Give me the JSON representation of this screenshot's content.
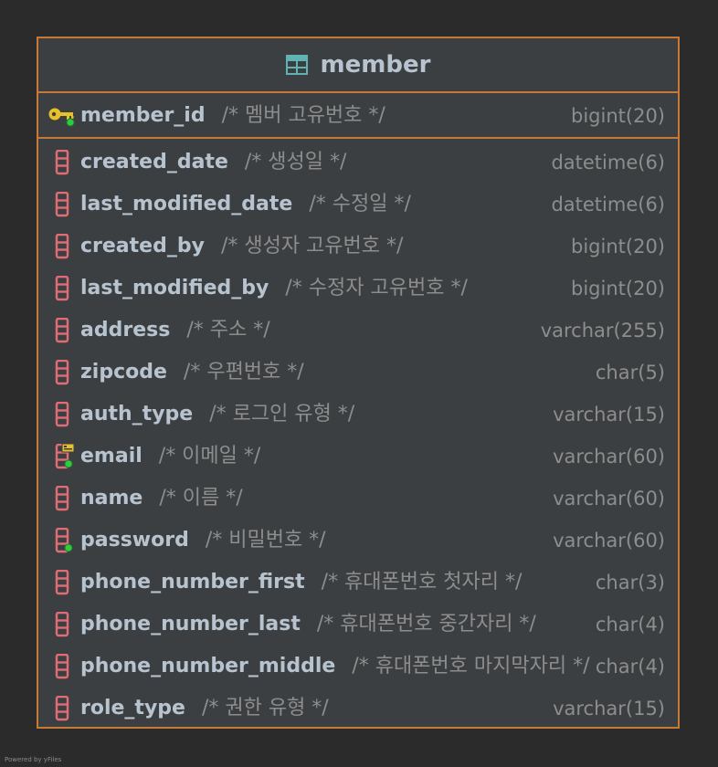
{
  "entity": {
    "title": "member",
    "primary_key": {
      "name": "member_id",
      "comment": "/* 멤버 고유번호 */",
      "type": "bigint(20)",
      "icon": "primary-key-icon"
    },
    "columns": [
      {
        "name": "created_date",
        "comment": "/* 생성일 */",
        "type": "datetime(6)",
        "icon": "column-icon"
      },
      {
        "name": "last_modified_date",
        "comment": "/* 수정일 */",
        "type": "datetime(6)",
        "icon": "column-icon"
      },
      {
        "name": "created_by",
        "comment": "/* 생성자 고유번호 */",
        "type": "bigint(20)",
        "icon": "column-icon"
      },
      {
        "name": "last_modified_by",
        "comment": "/* 수정자 고유번호 */",
        "type": "bigint(20)",
        "icon": "column-icon"
      },
      {
        "name": "address",
        "comment": "/* 주소 */",
        "type": "varchar(255)",
        "icon": "column-icon"
      },
      {
        "name": "zipcode",
        "comment": "/* 우편번호 */",
        "type": "char(5)",
        "icon": "column-icon"
      },
      {
        "name": "auth_type",
        "comment": "/* 로그인 유형 */",
        "type": "varchar(15)",
        "icon": "column-icon"
      },
      {
        "name": "email",
        "comment": "/* 이메일 */",
        "type": "varchar(60)",
        "icon": "unique-index-column-icon"
      },
      {
        "name": "name",
        "comment": "/* 이름 */",
        "type": "varchar(60)",
        "icon": "column-icon"
      },
      {
        "name": "password",
        "comment": "/* 비밀번호 */",
        "type": "varchar(60)",
        "icon": "not-null-column-icon"
      },
      {
        "name": "phone_number_first",
        "comment": "/* 휴대폰번호 첫자리 */",
        "type": "char(3)",
        "icon": "column-icon"
      },
      {
        "name": "phone_number_last",
        "comment": "/* 휴대폰번호 중간자리 */",
        "type": "char(4)",
        "icon": "column-icon"
      },
      {
        "name": "phone_number_middle",
        "comment": "/* 휴대폰번호 마지막자리 */",
        "type": "char(4)",
        "icon": "column-icon"
      },
      {
        "name": "role_type",
        "comment": "/* 권한 유형 */",
        "type": "varchar(15)",
        "icon": "column-icon"
      }
    ]
  },
  "footer": {
    "credit": "Powered by yFiles"
  },
  "colors": {
    "background": "#2b2b2b",
    "entity_fill": "#3c3f41",
    "border": "#c67a35",
    "column_icon": "#e06c75",
    "key_icon": "#e8c12a",
    "table_icon": "#5fb3b3",
    "dot": "#2ecc40"
  }
}
